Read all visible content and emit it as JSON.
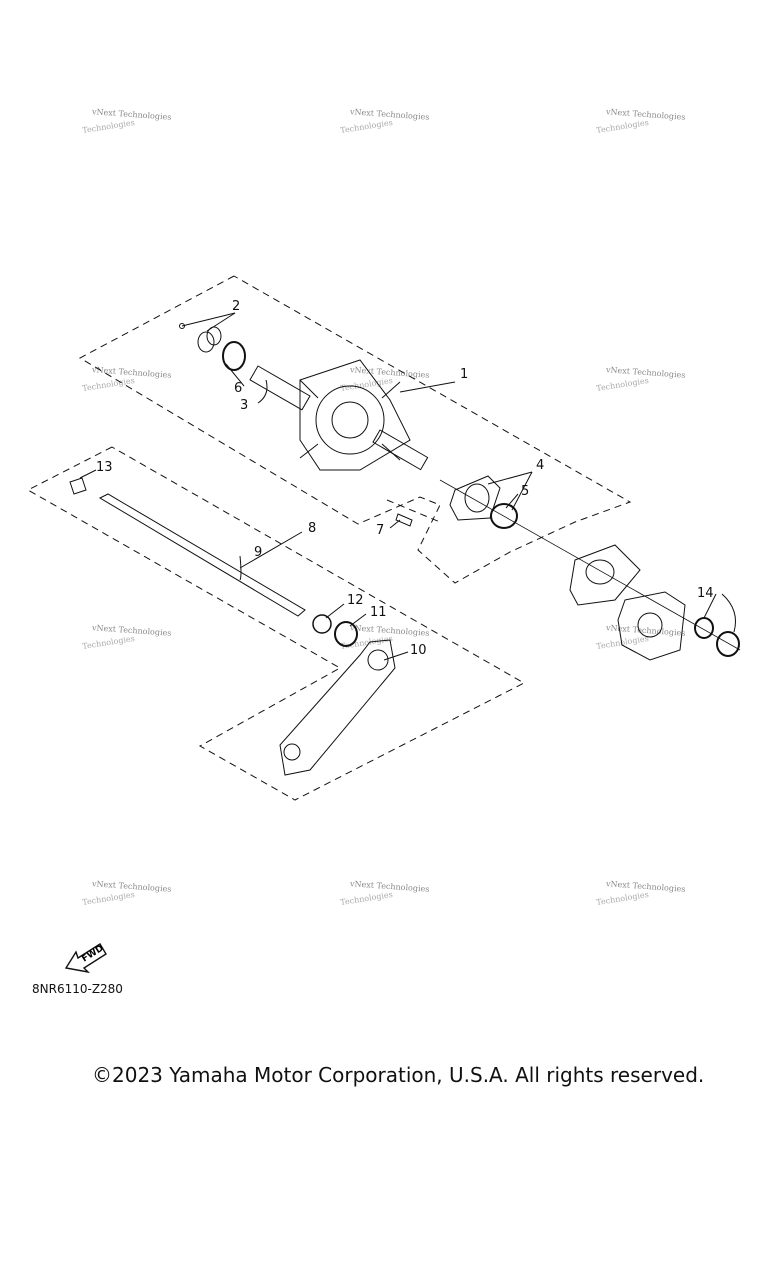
{
  "watermark": {
    "text": "vNext Technologies",
    "text2": "Technologies"
  },
  "callouts": [
    {
      "id": "1",
      "label": "1"
    },
    {
      "id": "2",
      "label": "2"
    },
    {
      "id": "3",
      "label": "3"
    },
    {
      "id": "4",
      "label": "4"
    },
    {
      "id": "5",
      "label": "5"
    },
    {
      "id": "6",
      "label": "6"
    },
    {
      "id": "7",
      "label": "7"
    },
    {
      "id": "8",
      "label": "8"
    },
    {
      "id": "9",
      "label": "9"
    },
    {
      "id": "10",
      "label": "10"
    },
    {
      "id": "11",
      "label": "11"
    },
    {
      "id": "12",
      "label": "12"
    },
    {
      "id": "13",
      "label": "13"
    },
    {
      "id": "14",
      "label": "14"
    }
  ],
  "fwd_label": "FWD",
  "diagram_code": "8NR6110-Z280",
  "copyright": "©2023 Yamaha Motor Corporation, U.S.A. All rights reserved."
}
